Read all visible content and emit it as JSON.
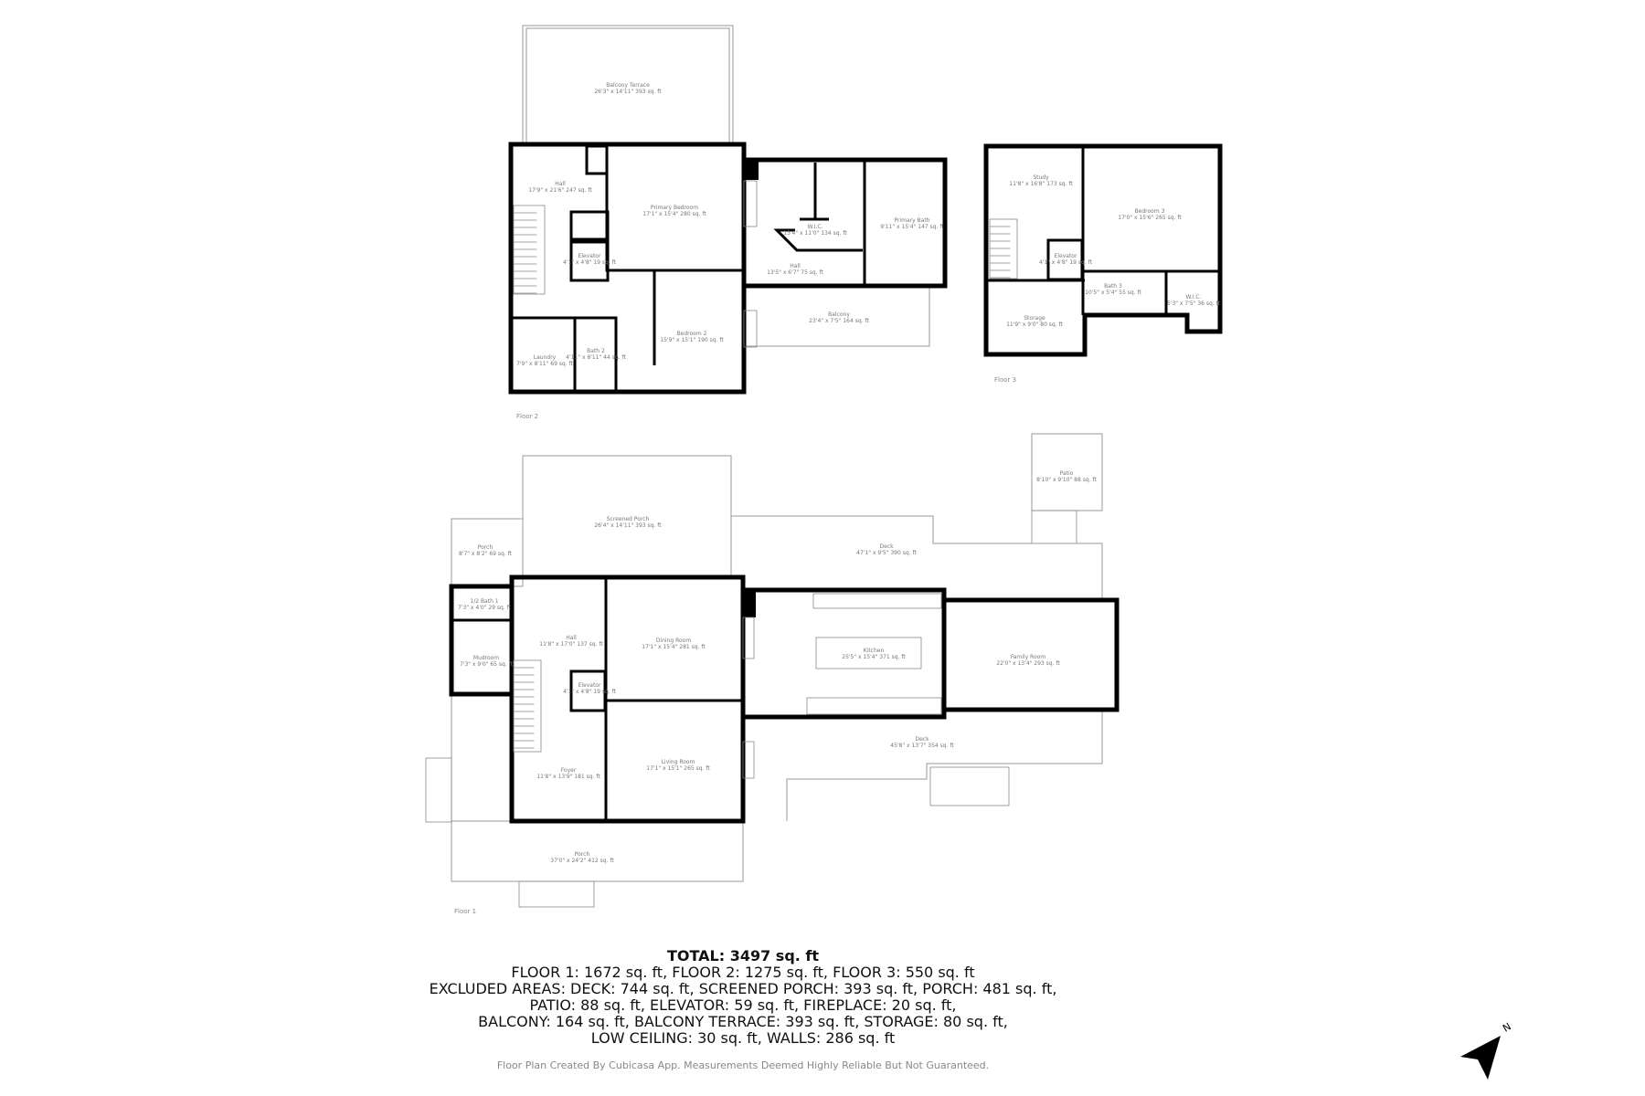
{
  "floors": [
    {
      "label": "Floor 1",
      "rooms": [
        {
          "name": "Screened Porch",
          "dims": "26'4\" x 14'11\" 393 sq. ft"
        },
        {
          "name": "Porch",
          "dims": "8'7\" x 8'2\" 69 sq. ft"
        },
        {
          "name": "1/2 Bath 1",
          "dims": "7'3\" x 4'0\" 29 sq. ft"
        },
        {
          "name": "Hall",
          "dims": "11'8\" x 17'0\" 137 sq. ft"
        },
        {
          "name": "Mudroom",
          "dims": "7'3\" x 9'0\" 65 sq. ft"
        },
        {
          "name": "Dining Room",
          "dims": "17'1\" x 15'4\" 281 sq. ft"
        },
        {
          "name": "Elevator",
          "dims": "4'1\" x 4'8\" 19 sq. ft"
        },
        {
          "name": "Living Room",
          "dims": "17'1\" x 15'1\" 265 sq. ft"
        },
        {
          "name": "Foyer",
          "dims": "11'8\" x 13'9\" 181 sq. ft"
        },
        {
          "name": "Porch",
          "dims": "37'0\" x 24'2\" 412 sq. ft"
        },
        {
          "name": "Patio",
          "dims": "8'10\" x 9'10\" 88 sq. ft"
        },
        {
          "name": "Deck",
          "dims": "47'1\" x 9'5\" 390 sq. ft"
        },
        {
          "name": "Kitchen",
          "dims": "25'5\" x 15'4\" 371 sq. ft"
        },
        {
          "name": "Family Room",
          "dims": "22'0\" x 13'4\" 293 sq. ft"
        },
        {
          "name": "Deck",
          "dims": "45'8\" x 13'7\" 354 sq. ft"
        }
      ]
    },
    {
      "label": "Floor 2",
      "rooms": [
        {
          "name": "Balcony Terrace",
          "dims": "26'3\" x 14'11\" 393 sq. ft"
        },
        {
          "name": "Hall",
          "dims": "17'9\" x 21'6\" 247 sq. ft"
        },
        {
          "name": "Primary Bedroom",
          "dims": "17'1\" x 15'4\" 280 sq. ft"
        },
        {
          "name": "Elevator",
          "dims": "4'1\" x 4'8\" 19 sq. ft"
        },
        {
          "name": "W.I.C.",
          "dims": "13'4\" x 11'0\" 134 sq. ft"
        },
        {
          "name": "Primary Bath",
          "dims": "9'11\" x 15'4\" 147 sq. ft"
        },
        {
          "name": "Hall",
          "dims": "13'5\" x 6'7\" 75 sq. ft"
        },
        {
          "name": "Bedroom 2",
          "dims": "15'9\" x 15'1\" 190 sq. ft"
        },
        {
          "name": "Balcony",
          "dims": "23'4\" x 7'5\" 164 sq. ft"
        },
        {
          "name": "Laundry",
          "dims": "7'9\" x 8'11\" 69 sq. ft"
        },
        {
          "name": "Bath 2",
          "dims": "4'11\" x 8'11\" 44 sq. ft"
        }
      ]
    },
    {
      "label": "Floor 3",
      "rooms": [
        {
          "name": "Study",
          "dims": "11'8\" x 16'8\" 173 sq. ft"
        },
        {
          "name": "Bedroom 3",
          "dims": "17'0\" x 15'6\" 265 sq. ft"
        },
        {
          "name": "Elevator",
          "dims": "4'1\" x 4'8\" 19 sq. ft"
        },
        {
          "name": "Bath 3",
          "dims": "10'5\" x 5'4\" 55 sq. ft"
        },
        {
          "name": "W.I.C.",
          "dims": "5'3\" x 7'5\" 36 sq. ft"
        },
        {
          "name": "Storage",
          "dims": "11'9\" x 9'0\" 80 sq. ft"
        }
      ]
    }
  ],
  "summary": {
    "total": "TOTAL: 3497 sq. ft",
    "lines": [
      "FLOOR 1: 1672 sq. ft, FLOOR 2: 1275 sq. ft, FLOOR 3: 550 sq. ft",
      "EXCLUDED AREAS: DECK: 744 sq. ft, SCREENED PORCH: 393 sq. ft, PORCH: 481 sq. ft,",
      "PATIO: 88 sq. ft, ELEVATOR: 59 sq. ft, FIREPLACE: 20 sq. ft,",
      "BALCONY: 164 sq. ft, BALCONY TERRACE: 393 sq. ft, STORAGE: 80 sq. ft,",
      "LOW CEILING: 30 sq. ft, WALLS: 286 sq. ft"
    ]
  },
  "footer": "Floor Plan Created By Cubicasa App. Measurements Deemed Highly Reliable But Not Guaranteed.",
  "compass": {
    "label": "N",
    "icon": "north-arrow-icon"
  }
}
